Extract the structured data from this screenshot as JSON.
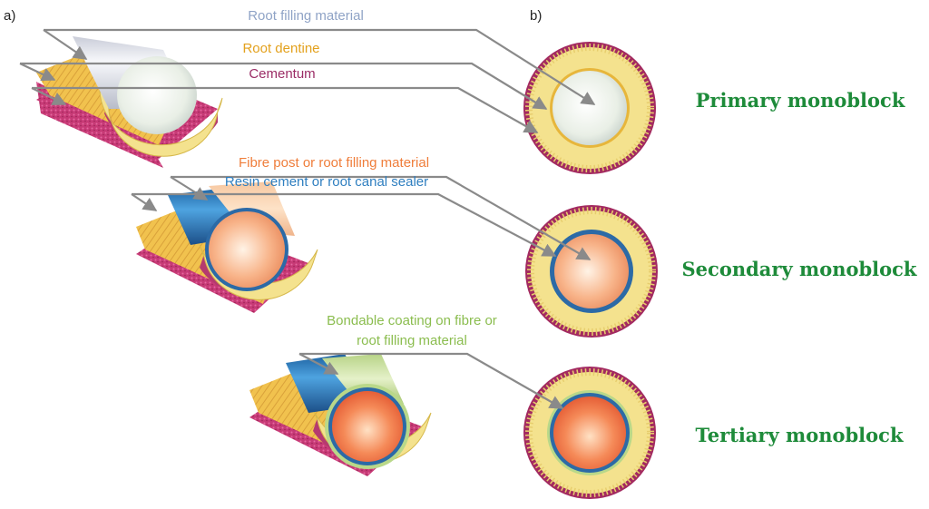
{
  "panels": {
    "a": "a)",
    "b": "b)"
  },
  "labels": {
    "root_filling": "Root filling material",
    "root_dentine": "Root dentine",
    "cementum": "Cementum",
    "fibre_post": "Fibre post or root filling material",
    "resin_cement": "Resin cement or root canal sealer",
    "bondable_coating_line1": "Bondable coating on fibre or",
    "bondable_coating_line2": "root filling material"
  },
  "titles": {
    "primary": "Primary monoblock",
    "secondary": "Secondary monoblock",
    "tertiary": "Tertiary monoblock"
  },
  "colors": {
    "root_filling_text": "#8fa3c6",
    "root_dentine_text": "#e3a11d",
    "cementum_text": "#9b2d66",
    "fibre_post_text": "#ef7d3a",
    "resin_cement_text": "#2f7fc0",
    "bondable_coating_text": "#8bbd4f",
    "title_green": "#1e8b3a",
    "dentine": "#f4e28e",
    "cementum": "#a32a60",
    "resin_blue": "#2b6aa3",
    "coating_green": "#b9d889",
    "leader_gray": "#8a8a8a"
  }
}
